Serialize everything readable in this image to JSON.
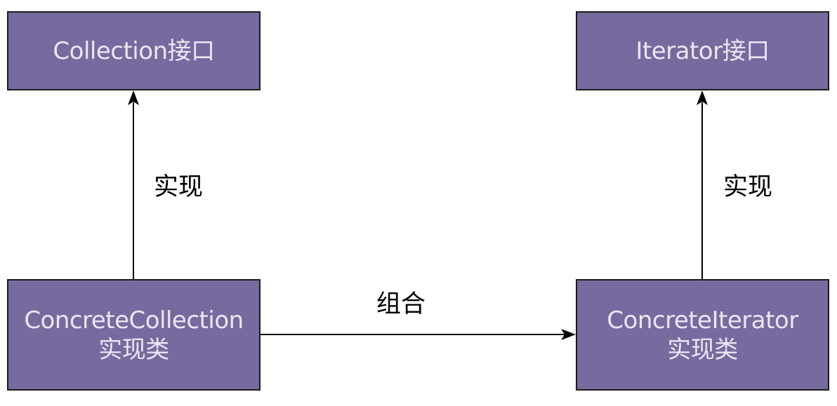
{
  "nodes": {
    "collection_interface": {
      "line1": "Collection接口"
    },
    "iterator_interface": {
      "line1": "Iterator接口"
    },
    "concrete_collection": {
      "line1": "ConcreteCollection",
      "line2": "实现类"
    },
    "concrete_iterator": {
      "line1": "ConcreteIterator",
      "line2": "实现类"
    }
  },
  "edges": {
    "collection_implements": {
      "label": "实现",
      "from": "concrete_collection",
      "to": "collection_interface"
    },
    "iterator_implements": {
      "label": "实现",
      "from": "concrete_iterator",
      "to": "iterator_interface"
    },
    "composition": {
      "label": "组合",
      "from": "concrete_collection",
      "to": "concrete_iterator"
    }
  },
  "colors": {
    "node_fill": "#766a9e",
    "node_border": "#1c1c1c",
    "node_text": "#ece6f5",
    "edge": "#000000"
  }
}
